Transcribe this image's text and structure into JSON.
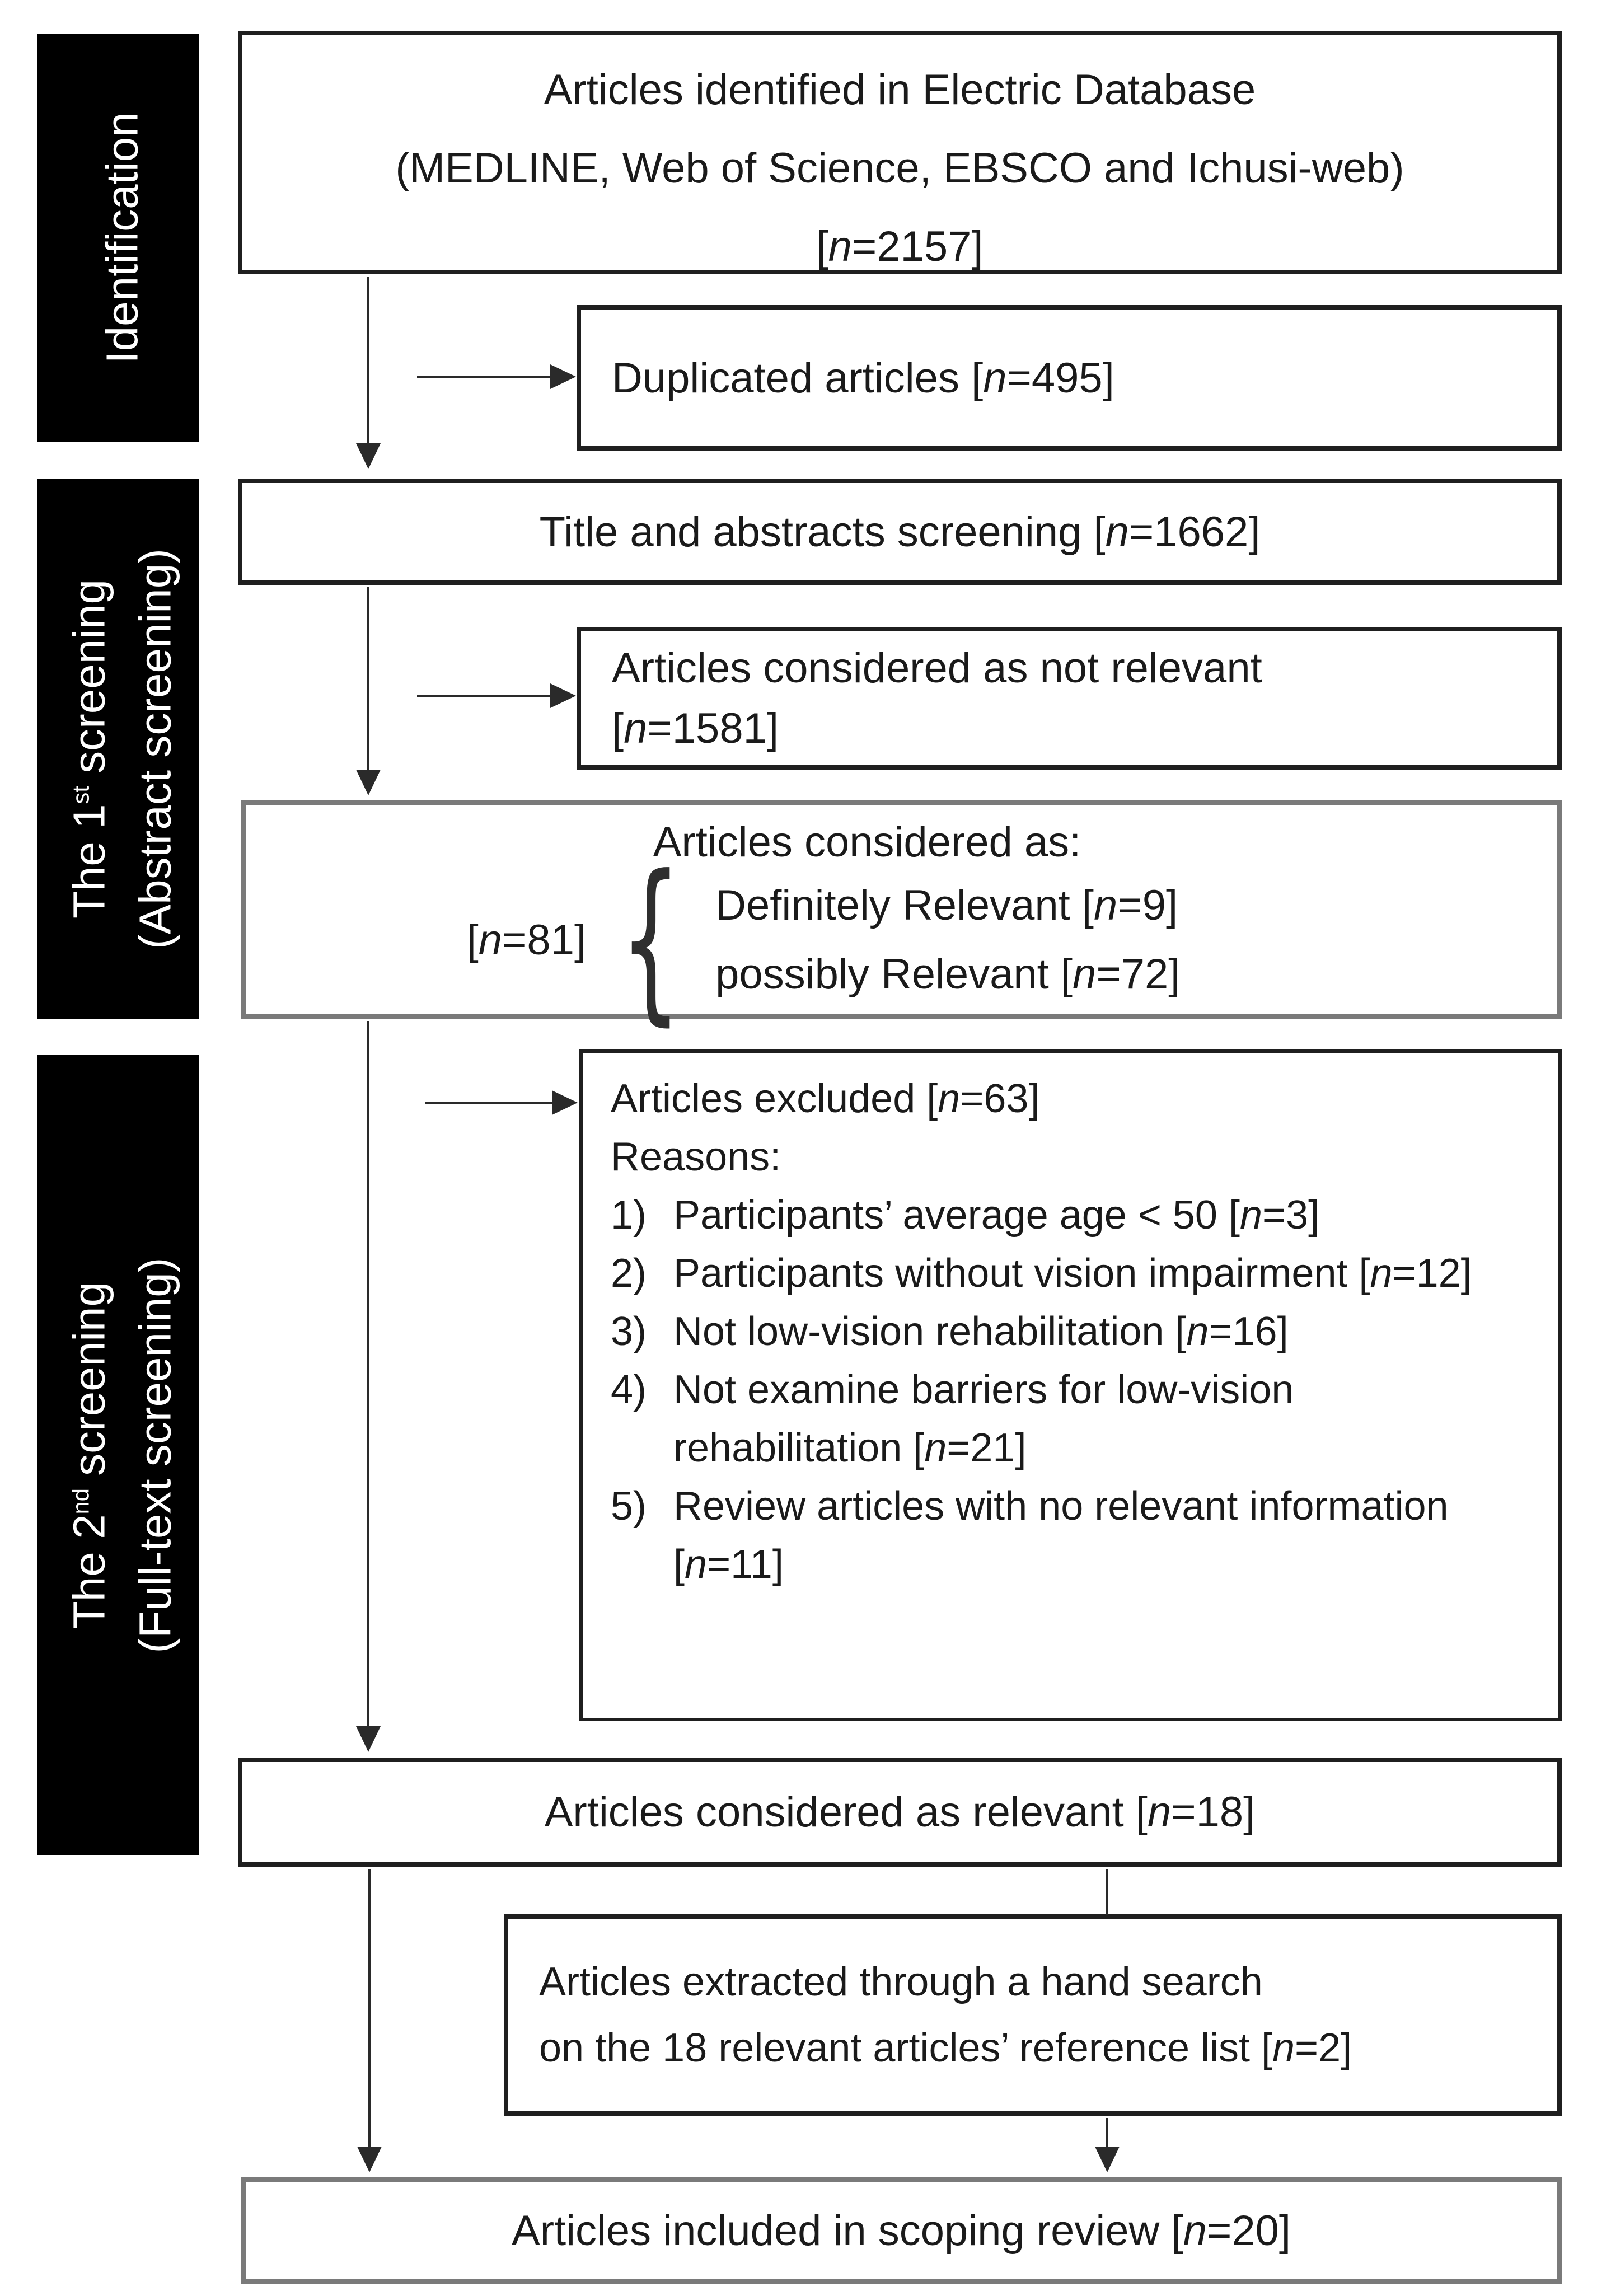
{
  "colors": {
    "background": "#ffffff",
    "sidebar_bg": "#000000",
    "sidebar_text": "#ffffff",
    "box_border": "#1f1f1f",
    "gray_border": "#7a7a7a",
    "arrow": "#2a2a2a",
    "text": "#1a1a1a"
  },
  "sidebar": {
    "sections": [
      {
        "line1_prefix": "Identification",
        "line1_sup": "",
        "line1_suffix": "",
        "line2": ""
      },
      {
        "line1_prefix": "The 1",
        "line1_sup": "st",
        "line1_suffix": " screening",
        "line2": "(Abstract screening)"
      },
      {
        "line1_prefix": "The 2",
        "line1_sup": "nd",
        "line1_suffix": " screening",
        "line2": "(Full-text screening)"
      }
    ]
  },
  "flow": {
    "identified": {
      "lines": [
        "Articles identified in Electric Database",
        "(MEDLINE, Web of Science, EBSCO and Ichusi-web)",
        "[n=2157]"
      ]
    },
    "duplicated": {
      "text": "Duplicated articles [n=495]"
    },
    "title_screening": {
      "text": "Title and abstracts screening [n=1662]"
    },
    "not_relevant": {
      "lines": [
        "Articles considered as not relevant",
        "[n=1581]"
      ]
    },
    "considered": {
      "title": "Articles considered as:",
      "count": "[n=81]",
      "brace": "{",
      "items": [
        "Definitely Relevant [n=9]",
        "possibly Relevant [n=72]"
      ]
    },
    "excluded": {
      "heading": "Articles excluded [n=63]",
      "reasons_label": "Reasons:",
      "reasons": [
        {
          "num": "1)",
          "text": "Participants’ average age < 50 [n=3]"
        },
        {
          "num": "2)",
          "text": "Participants without vision impairment [n=12]"
        },
        {
          "num": "3)",
          "text": "Not low-vision rehabilitation [n=16]"
        },
        {
          "num": "4)",
          "text": "Not examine barriers for low-vision rehabilitation [n=21]"
        },
        {
          "num": "5)",
          "text": "Review articles with no relevant information [n=11]"
        }
      ]
    },
    "relevant": {
      "text": "Articles considered as relevant [n=18]"
    },
    "hand_search": {
      "lines": [
        "Articles extracted through a hand search",
        "on the 18 relevant articles’ reference list [n=2]"
      ]
    },
    "included": {
      "text": "Articles included in scoping review [n=20]"
    }
  }
}
